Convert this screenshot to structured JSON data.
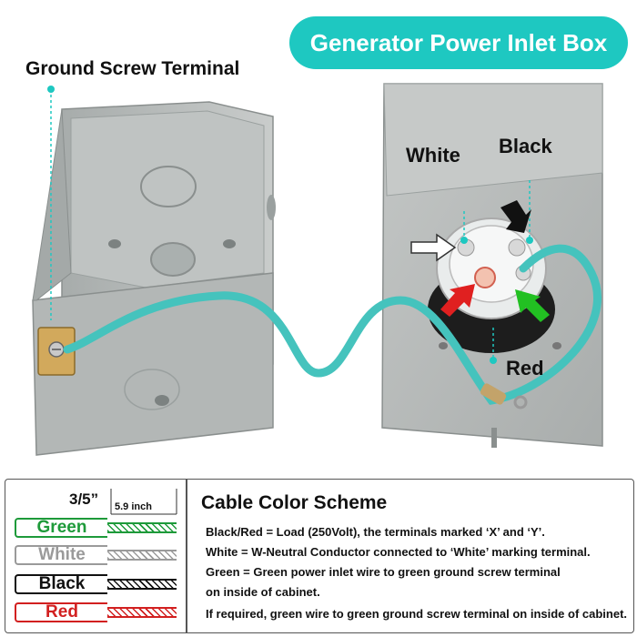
{
  "title": "Generator Power Inlet Box",
  "labels": {
    "ground_screw": "Ground Screw Terminal",
    "white": "White",
    "black": "Black",
    "red": "Red"
  },
  "legend": {
    "strip_fraction": "3/5”",
    "strip_length": "5.9 inch",
    "cables": [
      {
        "name": "Green",
        "color": "#1e9a3a"
      },
      {
        "name": "White",
        "color": "#9a9a9a"
      },
      {
        "name": "Black",
        "color": "#111111"
      },
      {
        "name": "Red",
        "color": "#d22020"
      }
    ]
  },
  "scheme": {
    "heading": "Cable Color Scheme",
    "lines": [
      "Black/Red = Load (250Volt), the terminals marked ‘X’ and ‘Y’.",
      "White = W-Neutral Conductor connected to ‘White’ marking terminal.",
      "Green = Green power inlet wire to green ground screw terminal",
      "on inside of cabinet.",
      "If required, green wire to green ground screw terminal on inside of cabinet."
    ]
  },
  "colors": {
    "accent": "#1ec8c1",
    "box_metal": "#b9bdbd",
    "cable": "#45c3bd",
    "arrow_red": "#e02020",
    "arrow_green": "#22c022",
    "arrow_black": "#111111"
  }
}
